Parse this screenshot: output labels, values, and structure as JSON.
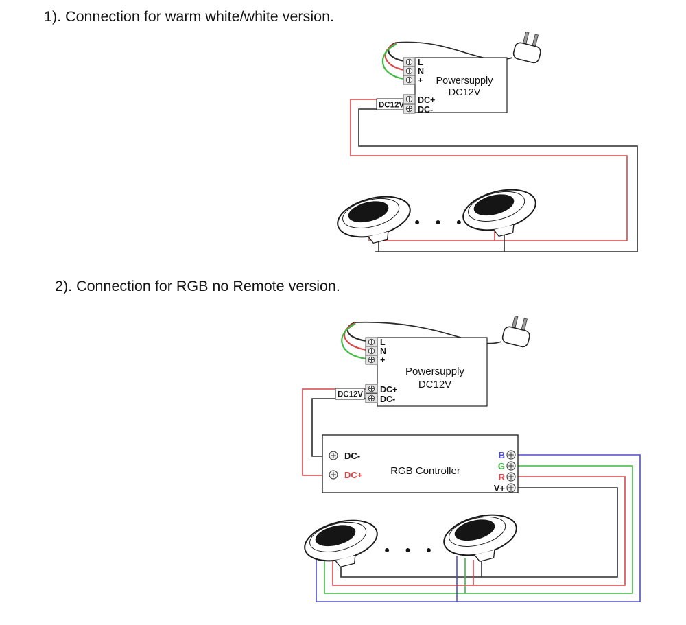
{
  "colors": {
    "black": "#2b2b2b",
    "red": "#db4747",
    "green": "#3eb83e",
    "blue": "#4f4fc9",
    "dark": "#141414"
  },
  "sections": [
    {
      "title": "1). Connection for warm white/white version.",
      "dots": "● ● ●",
      "psu": {
        "name": "Powersupply",
        "voltage": "DC12V",
        "terminal_l": "L",
        "terminal_n": "N",
        "terminal_plus": "+",
        "terminal_dc_plus": "DC+",
        "terminal_dc_minus": "DC-",
        "input_label": "DC12V"
      }
    },
    {
      "title": "2). Connection for RGB no Remote version.",
      "dots": "● ● ●",
      "psu": {
        "name": "Powersupply",
        "voltage": "DC12V",
        "terminal_l": "L",
        "terminal_n": "N",
        "terminal_plus": "+",
        "terminal_dc_plus": "DC+",
        "terminal_dc_minus": "DC-",
        "input_label": "DC12V"
      },
      "controller": {
        "label": "RGB Controller",
        "input_minus": "DC-",
        "input_plus": "DC+",
        "out_b": "B",
        "out_g": "G",
        "out_r": "R",
        "out_v": "V+"
      }
    }
  ]
}
